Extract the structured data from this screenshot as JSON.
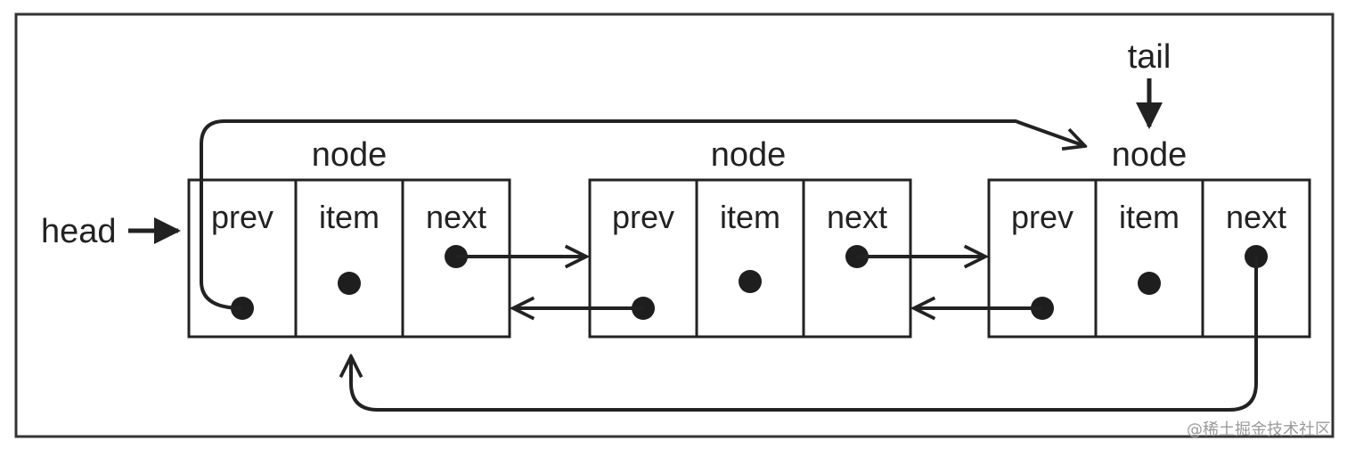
{
  "diagram": {
    "head_label": "head",
    "tail_label": "tail",
    "nodes": [
      {
        "title": "node",
        "fields": [
          "prev",
          "item",
          "next"
        ]
      },
      {
        "title": "node",
        "fields": [
          "prev",
          "item",
          "next"
        ]
      },
      {
        "title": "node",
        "fields": [
          "prev",
          "item",
          "next"
        ]
      }
    ],
    "watermark": "@稀土掘金技术社区",
    "colors": {
      "ink": "#222222",
      "frame": "#333333",
      "background": "#ffffff"
    }
  }
}
